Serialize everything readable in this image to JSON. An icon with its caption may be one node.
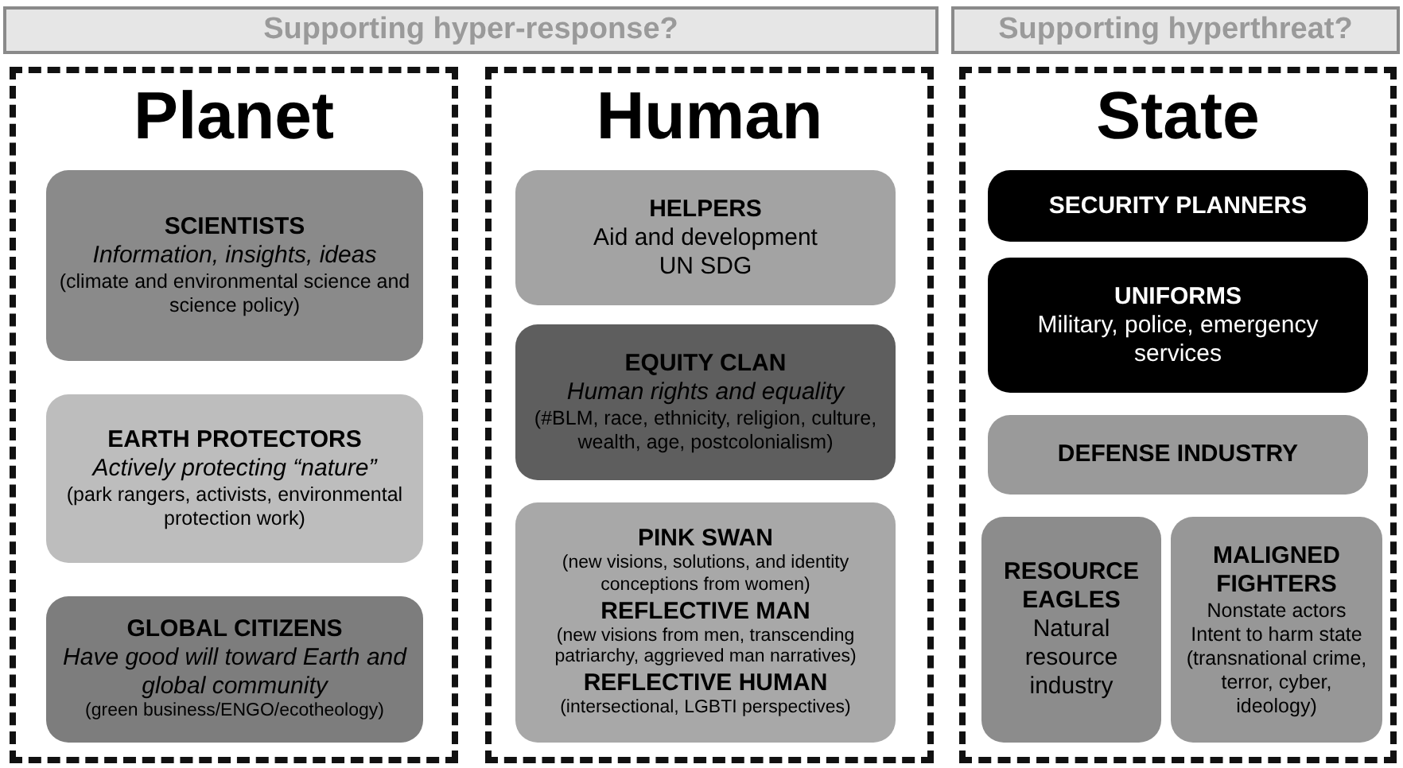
{
  "diagram": {
    "nodes": [
      {
        "text": [
          "Supporting hyper-response?"
        ]
      },
      {
        "text": [
          "Supporting hyperthreat?"
        ]
      },
      {
        "text": [
          "Planet"
        ]
      },
      {
        "text": [
          "SCIENTISTS",
          "Information, insights, ideas",
          "(climate and environmental science and science policy)"
        ],
        "in": 2
      },
      {
        "text": [
          "EARTH PROTECTORS",
          "Actively protecting “nature”",
          "(park rangers, activists, environmental protection work)"
        ],
        "in": 2
      },
      {
        "text": [
          "GLOBAL CITIZENS",
          "Have good will toward Earth and global community",
          "(green business/ENGO/ecotheology)"
        ],
        "in": 2
      },
      {
        "text": [
          "Human"
        ]
      },
      {
        "text": [
          "HELPERS",
          "Aid and development",
          "UN SDG"
        ],
        "in": 6
      },
      {
        "text": [
          "EQUITY CLAN",
          "Human rights and equality",
          "(#BLM, race, ethnicity, religion, culture, wealth, age, postcolonialism)"
        ],
        "in": 6
      },
      {
        "text": [
          "PINK SWAN",
          "(new visions, solutions, and identity conceptions from women)",
          "REFLECTIVE MAN",
          "(new visions from men, transcending patriarchy, aggrieved man narratives)",
          "REFLECTIVE HUMAN",
          "(intersectional, LGBTI perspectives)"
        ],
        "in": 6
      },
      {
        "text": [
          "State"
        ]
      },
      {
        "text": [
          "SECURITY PLANNERS"
        ],
        "in": 10
      },
      {
        "text": [
          "UNIFORMS",
          "Military, police, emergency services"
        ],
        "in": 10
      },
      {
        "text": [
          "DEFENSE INDUSTRY"
        ],
        "in": 10
      },
      {
        "text": [
          "RESOURCE EAGLES",
          "Natural resource industry"
        ],
        "in": 10
      },
      {
        "text": [
          "MALIGNED FIGHTERS",
          "Nonstate actors",
          "Intent to harm state",
          "(transnational crime, terror, cyber, ideology)"
        ],
        "in": 10
      }
    ],
    "edges": []
  }
}
